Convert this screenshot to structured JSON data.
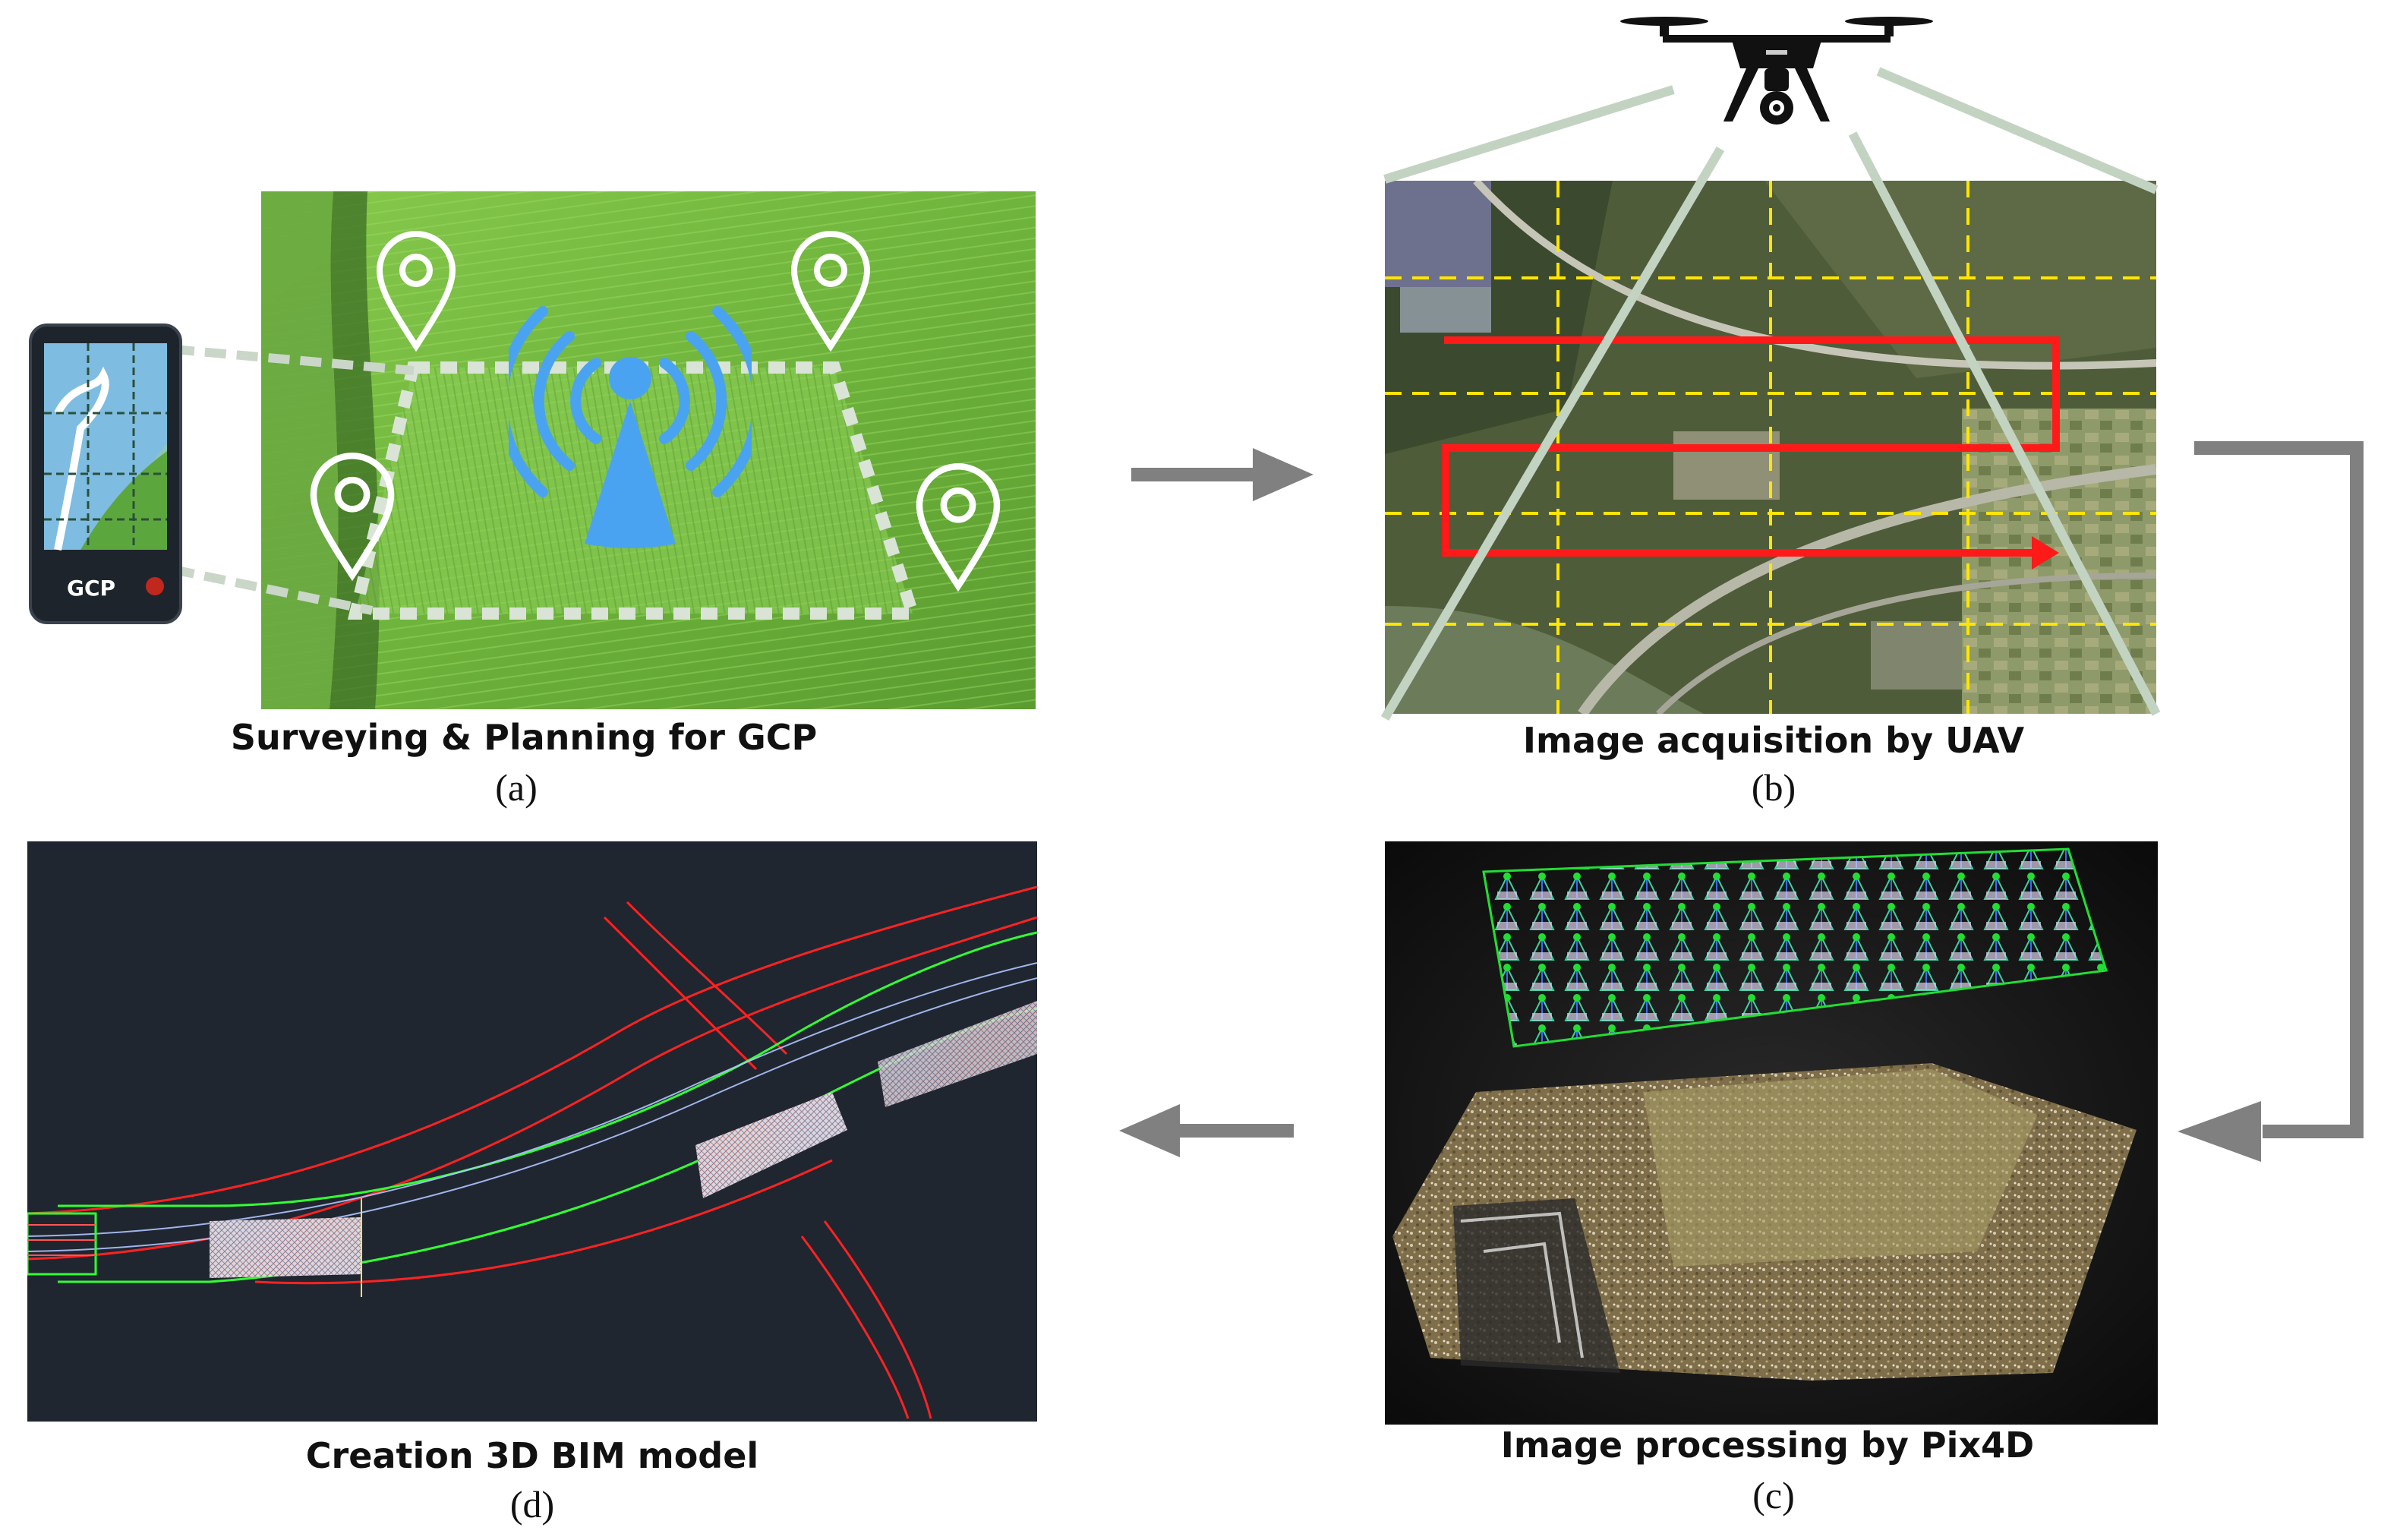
{
  "panels": {
    "a": {
      "title": "Surveying & Planning for GCP",
      "letter": "(a)",
      "device_label": "GCP",
      "field_color": "#7fc24a",
      "signal_color": "#4aa3f0"
    },
    "b": {
      "title": "Image acquisition by UAV",
      "letter": "(b)",
      "flight_path_color": "#ff1a1a",
      "grid_color": "#ffe600"
    },
    "c": {
      "title": "Image processing by Pix4D",
      "letter": "(c)",
      "camera_colors": [
        "#22dd33",
        "#2244ff",
        "#ffffff"
      ]
    },
    "d": {
      "title": "Creation 3D BIM model",
      "letter": "(d)",
      "background_color": "#1f2630",
      "road_colors": [
        "#ff2222",
        "#33ff33",
        "#ffffff"
      ]
    }
  },
  "arrows": {
    "color": "#808080",
    "flow": [
      "a-to-b",
      "b-to-c",
      "c-to-d"
    ]
  },
  "icons": [
    "drone-icon",
    "location-pin-icon",
    "signal-tower-icon",
    "gps-device-icon",
    "arrow-right-icon",
    "arrow-left-icon",
    "elbow-arrow-icon"
  ]
}
